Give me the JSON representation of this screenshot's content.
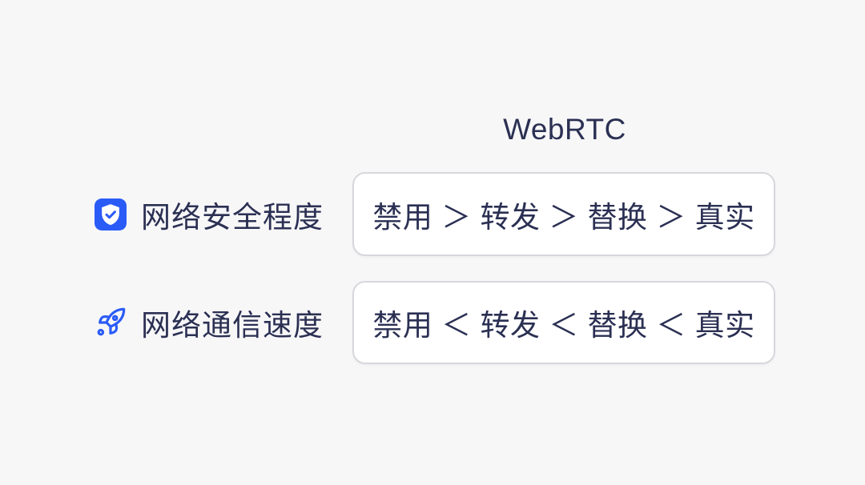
{
  "theme": {
    "background": "#f7f7f8",
    "card_background": "#ffffff",
    "card_border": "#d7d7dc",
    "text_navy": "#2b3053",
    "accent_blue": "#2b5bf7"
  },
  "header": {
    "title": "WebRTC"
  },
  "rows": [
    {
      "icon": "shield-check-icon",
      "label": "网络安全程度",
      "comparison": "禁用 ＞ 转发 ＞ 替换 ＞ 真实"
    },
    {
      "icon": "rocket-icon",
      "label": "网络通信速度",
      "comparison": "禁用 ＜ 转发 ＜ 替换 ＜ 真实"
    }
  ]
}
